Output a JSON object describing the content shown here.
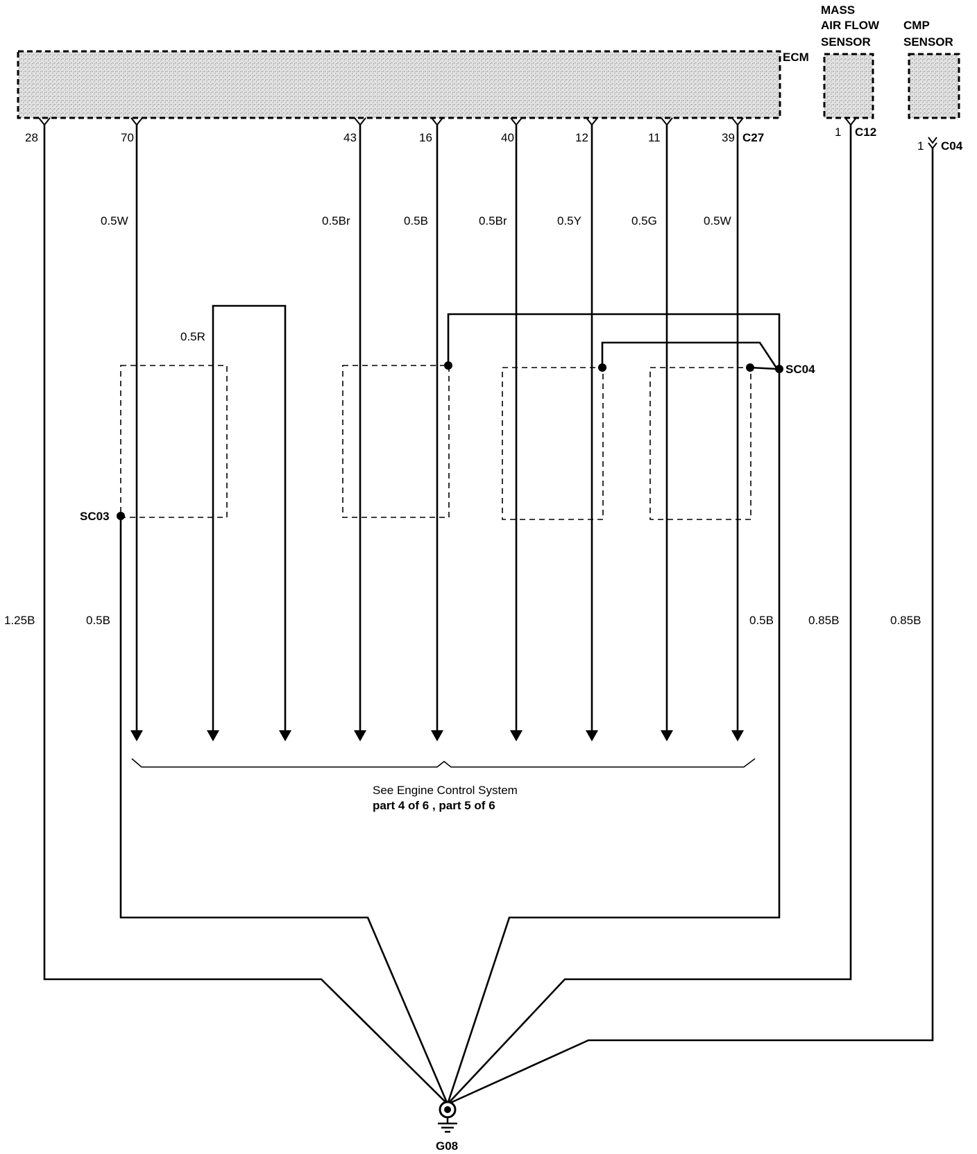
{
  "components": {
    "ecm": "ECM",
    "maf": [
      "MASS",
      "AIR FLOW",
      "SENSOR"
    ],
    "cmp": [
      "CMP",
      "SENSOR"
    ]
  },
  "connectors": {
    "ecm_connector": "C27",
    "maf_connector": "C12",
    "cmp_connector": "C04",
    "maf_pin": "1",
    "cmp_pin": "1"
  },
  "ecm_pins": [
    {
      "pin": "28"
    },
    {
      "pin": "70"
    },
    {
      "pin": "43"
    },
    {
      "pin": "16"
    },
    {
      "pin": "40"
    },
    {
      "pin": "12"
    },
    {
      "pin": "11"
    },
    {
      "pin": "39"
    }
  ],
  "wire_labels": {
    "pin70": "0.5W",
    "pin43": "0.5Br",
    "pin16": "0.5B",
    "pin40": "0.5Br",
    "pin12": "0.5Y",
    "pin11": "0.5G",
    "pin39": "0.5W",
    "loop": "0.5R",
    "pin28": "1.25B",
    "sc03_ground": "0.5B",
    "sc04_ground": "0.5B",
    "maf_ground": "0.85B",
    "cmp_ground": "0.85B"
  },
  "splices": {
    "sc03": "SC03",
    "sc04": "SC04"
  },
  "ground": "G08",
  "reference": {
    "line1": "See Engine Control System",
    "line2": "part 4 of 6 , part 5 of 6"
  }
}
